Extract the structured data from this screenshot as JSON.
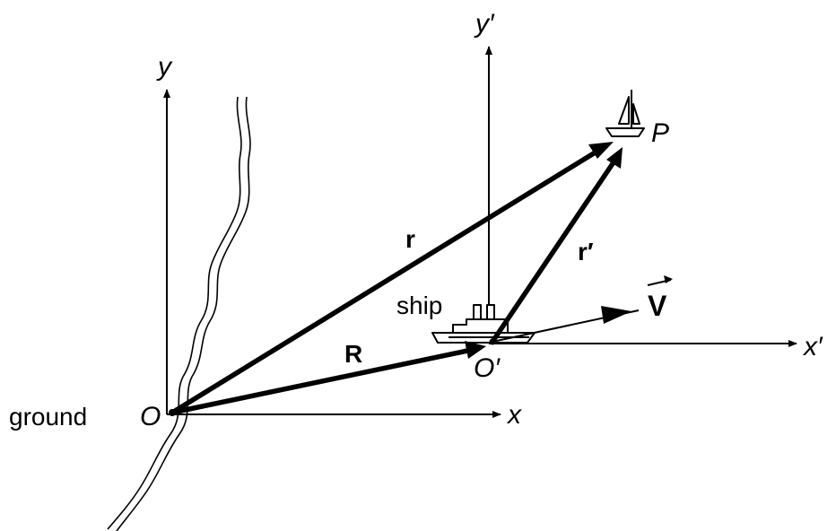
{
  "labels": {
    "origin_ground": "O",
    "ground": "ground",
    "x_axis": "x",
    "y_axis": "y",
    "origin_ship": "O′",
    "x_prime_axis": "x′",
    "y_prime_axis": "y′",
    "ship": "ship",
    "point": "P",
    "vector_r": "r",
    "vector_r_prime": "r′",
    "vector_R": "R",
    "velocity": "V"
  }
}
